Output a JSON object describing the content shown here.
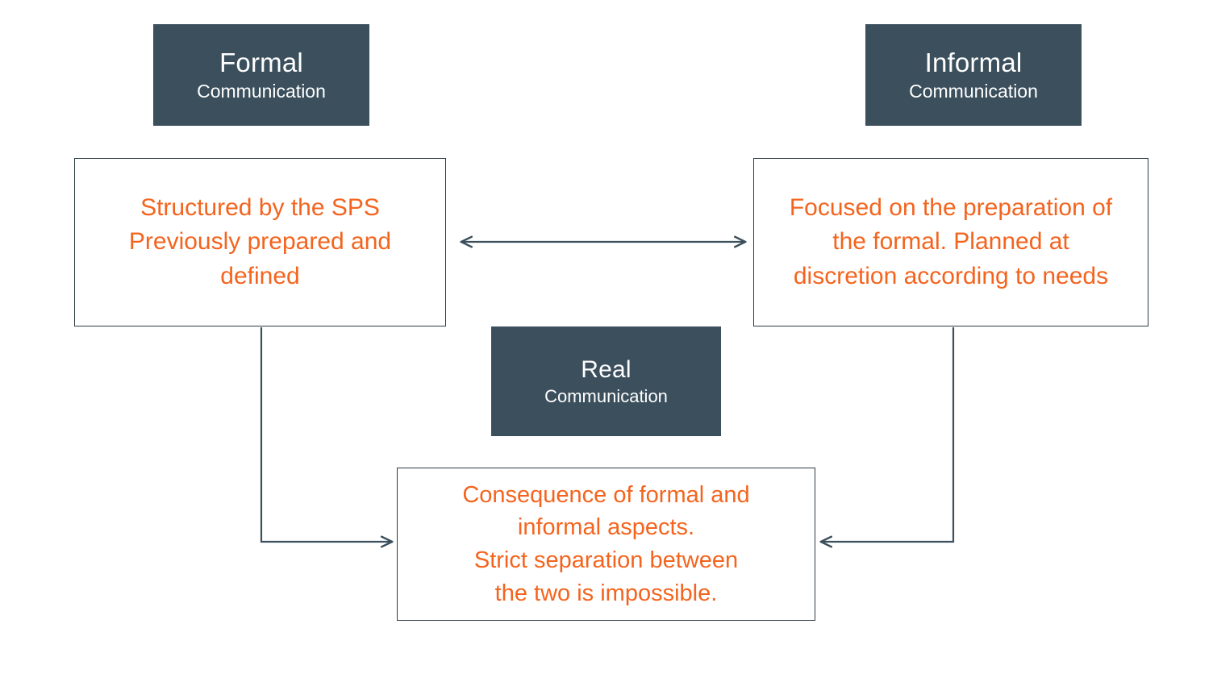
{
  "slide": {
    "background_color": "#ffffff",
    "header_box_color": "#3b4f5c",
    "header_text_color": "#ffffff",
    "body_text_color": "#f4641e",
    "connector_color": "#3b4f5c",
    "box_border_color": "#2d3b44"
  },
  "headers": {
    "formal": {
      "title": "Formal",
      "subtitle": "Communication"
    },
    "informal": {
      "title": "Informal",
      "subtitle": "Communication"
    },
    "real": {
      "title": "Real",
      "subtitle": "Communication"
    }
  },
  "boxes": {
    "left": {
      "lines": [
        "Structured by the SPS",
        "Previously prepared and",
        "defined"
      ],
      "text": "Structured by the SPS Previously prepared and defined"
    },
    "right": {
      "lines": [
        "Focused on the preparation of",
        "the formal. Planned at",
        "discretion according to needs"
      ],
      "text": "Focused on the preparation of the formal. Planned at discretion according to needs"
    },
    "bottom": {
      "lines": [
        "Consequence of formal and",
        "informal aspects.",
        "Strict separation between",
        "the two is impossible."
      ],
      "text": "Consequence of formal and informal aspects. Strict separation between the two is impossible."
    }
  },
  "connectors": [
    {
      "name": "formal-informal-double-arrow",
      "from": "left-box",
      "to": "right-box",
      "style": "double-headed-horizontal"
    },
    {
      "name": "formal-to-real-arrow",
      "from": "left-box",
      "to": "bottom-box",
      "style": "elbow-down-right-single-arrow"
    },
    {
      "name": "informal-to-real-arrow",
      "from": "right-box",
      "to": "bottom-box",
      "style": "elbow-down-left-single-arrow"
    }
  ]
}
